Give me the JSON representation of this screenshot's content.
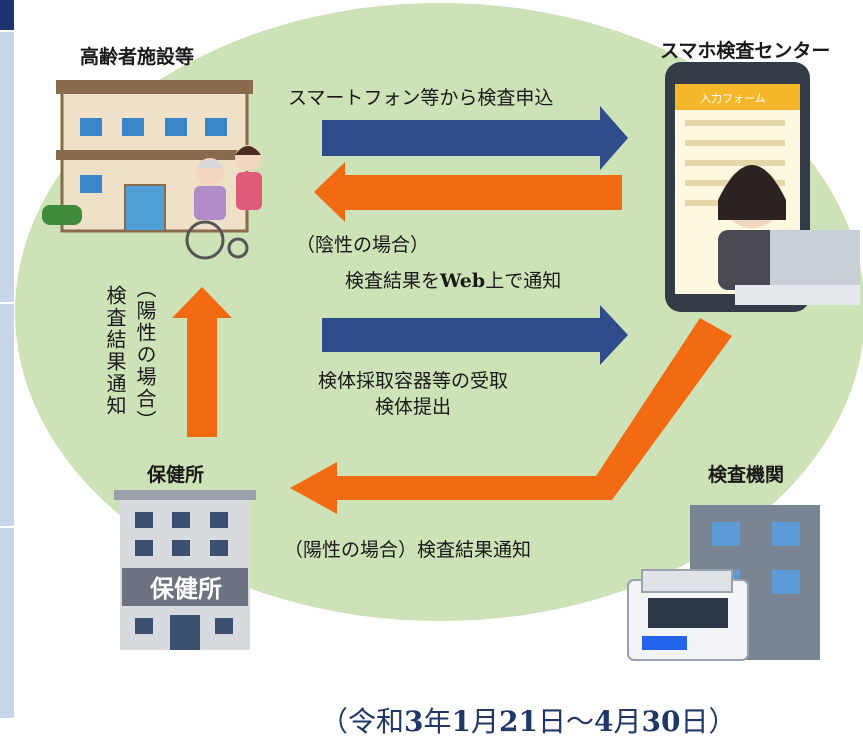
{
  "colors": {
    "ellipse": "#cde2b6",
    "blue_arrow": "#2f4d8c",
    "orange_arrow": "#f26b12",
    "date_text": "#1f3868",
    "sidebar_dark": "#1e3470",
    "sidebar_light": "#c9d6ea"
  },
  "nodes": {
    "facility": {
      "label": "高齢者施設等",
      "icon": "nursing-home-icon"
    },
    "center": {
      "label": "スマホ検査センター",
      "icon": "phone-operator-icon"
    },
    "health_center": {
      "label": "保健所",
      "icon": "health-center-building-icon",
      "sign": "保健所"
    },
    "lab": {
      "label": "検査機関",
      "icon": "laboratory-icon"
    }
  },
  "phone_screen": {
    "title": "入力フォーム"
  },
  "arrows": {
    "apply": "スマートフォン等から検査申込",
    "negative_paren": "（陰性の場合）",
    "negative_result_pre": "検査結果を",
    "negative_result_web": "Web",
    "negative_result_post": "上で通知",
    "receive_line1": "検体採取容器等の受取",
    "receive_line2": "検体提出",
    "positive_lab": "（陽性の場合）検査結果通知",
    "positive_vertical_paren": "（陽性の場合）",
    "positive_vertical_result": "検査結果通知"
  },
  "period": {
    "open": "（令和",
    "year": "3",
    "year_unit": "年",
    "m1": "1",
    "m1_unit": "月",
    "d1": "21",
    "d1_unit": "日～",
    "m2": "4",
    "m2_unit": "月",
    "d2": "30",
    "d2_unit": "日）"
  }
}
